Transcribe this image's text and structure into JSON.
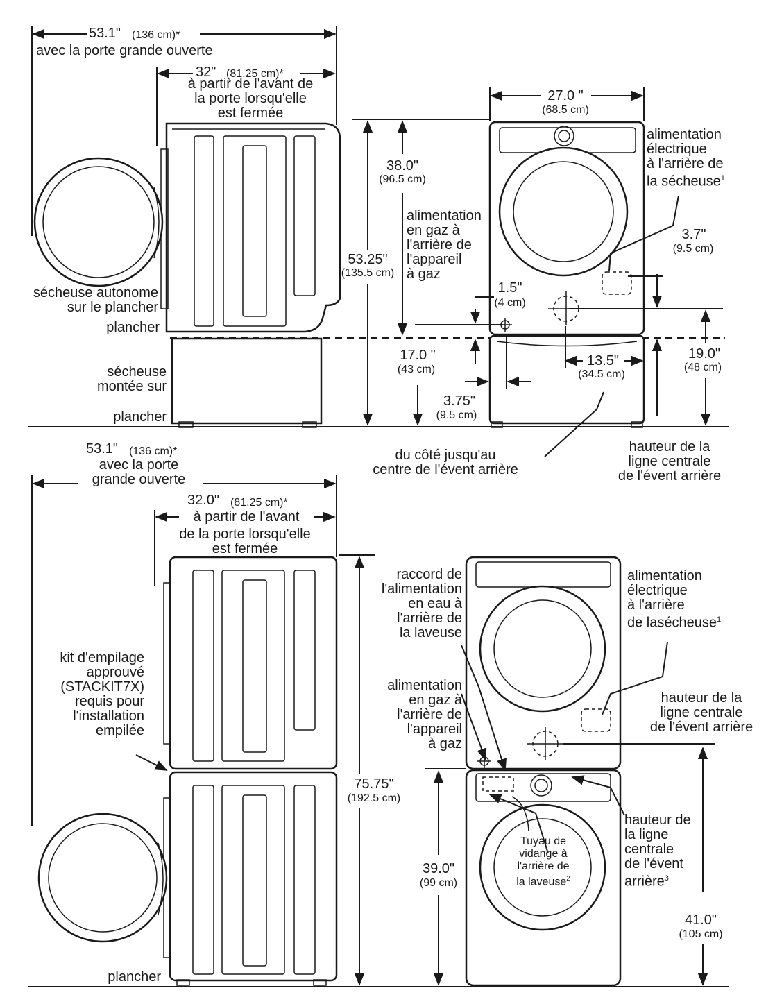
{
  "top": {
    "width_open": "53.1\"",
    "width_open_cm": "(136 cm)*",
    "door_open_note": "avec la porte grande ouverte",
    "depth_closed": "32\"",
    "depth_closed_cm": "(81.25 cm)*",
    "depth_note": "à partir de l'avant de\nla porte lorsqu'elle\nest fermée",
    "standalone_label": "sécheuse autonome\nsur le plancher",
    "floor_label_1": "plancher",
    "pedestal_label": "sécheuse\nmontée sur",
    "floor_label_2": "plancher",
    "height_upper": "38.0\"",
    "height_upper_cm": "(96.5 cm)",
    "gas_label": "alimentation\nen gaz à\nl'arrière de\nl'appareil\nà gaz",
    "total_height": "53.25\"",
    "total_height_cm": "(135.5 cm)",
    "width_front": "27.0 \"",
    "width_front_cm": "(68.5 cm)",
    "electric_label": "alimentation\nélectrique\nà l'arrière de\nla sécheuse",
    "electric_sup": "1",
    "dim_3_7": "3.7\"",
    "dim_3_7_cm": "(9.5 cm)",
    "dim_1_5": "1.5\"",
    "dim_1_5_cm": "(4 cm)",
    "dim_17": "17.0 \"",
    "dim_17_cm": "(43 cm)",
    "dim_19": "19.0\"",
    "dim_19_cm": "(48 cm)",
    "dim_13_5": "13.5\"",
    "dim_13_5_cm": "(34.5 cm)",
    "dim_3_75": "3.75\"",
    "dim_3_75_cm": "(9.5 cm)",
    "side_vent_label": "du côté jusqu'au\ncentre de l'évent arrière",
    "vent_height_label": "hauteur de la\nligne centrale\nde l'évent arrière"
  },
  "bottom": {
    "width_open": "53.1\"",
    "width_open_cm": "(136 cm)*",
    "door_open_note": "avec la porte\ngrande ouverte",
    "depth_closed": "32.0\"",
    "depth_closed_cm": "(81.25 cm)*",
    "depth_note_1": "à partir de l'avant",
    "depth_note_2": "de la porte lorsqu'elle\nest fermée",
    "kit_label": "kit d'empilage\napprouvé\n(STACKIT7X)\nrequis pour\nl'installation\nempilée",
    "total_height": "75.75\"",
    "total_height_cm": "(192.5 cm)",
    "water_label": "raccord de\nl'alimentation\nen eau à\nl'arrière de\nla laveuse",
    "gas_label": "alimentation\nen gaz à\nl'arrière de\nl'appareil\nà gaz",
    "electric_label": "alimentation\nélectrique\nà l'arrière\nde lasécheuse",
    "electric_sup": "1",
    "vent_height_label": "hauteur de la\nligne centrale\nde l'évent arrière",
    "washer_vent_label": "hauteur de\nla ligne\ncentrale\nde l'évent\narrière",
    "washer_vent_sup": "3",
    "drain_label": "Tuyau de\nvidange à\nl'arrière de\nla laveuse",
    "drain_sup": "2",
    "dim_39": "39.0\"",
    "dim_39_cm": "(99 cm)",
    "dim_41": "41.0\"",
    "dim_41_cm": "(105 cm)",
    "floor_label": "plancher"
  }
}
